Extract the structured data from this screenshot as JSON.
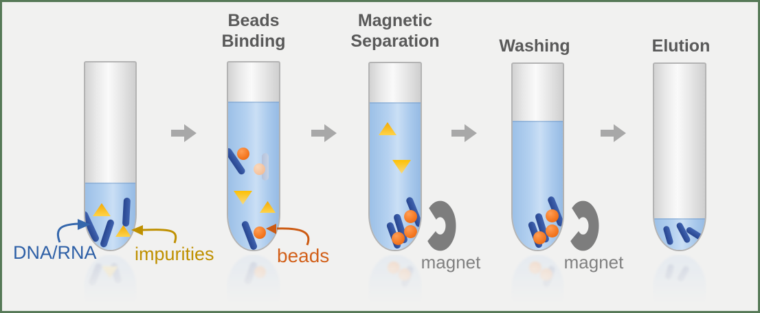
{
  "diagram": {
    "stages": [
      {
        "name": "sample",
        "title": ""
      },
      {
        "name": "beads-binding",
        "title": "Beads Binding"
      },
      {
        "name": "magnetic-separation",
        "title": "Magnetic Separation",
        "magnet_label": "magnet"
      },
      {
        "name": "washing",
        "title": "Washing",
        "magnet_label": "magnet"
      },
      {
        "name": "elution",
        "title": "Elution"
      }
    ],
    "annotations": {
      "dna_rna": {
        "text": "DNA/RNA",
        "color": "#2d5fa6"
      },
      "impurities": {
        "text": "impurities",
        "color": "#bf9000"
      },
      "beads": {
        "text": "beads",
        "color": "#d2601a"
      }
    },
    "icons": {
      "stage_arrow": "block-arrow-right",
      "magnet": "horseshoe-magnet",
      "dna_rod": "rounded-rod",
      "impurity": "triangle",
      "bead": "circle"
    },
    "colors": {
      "background": "#f1f1f0",
      "border_green": "#567957",
      "tube_outline": "#b3b3b3",
      "liquid": "#abc9ec",
      "dna_rod": "#2f4e9b",
      "impurity": "#ffc103",
      "bead": "#f47b28",
      "magnet": "#7d7d7d",
      "stage_arrow": "#a8a8a8",
      "title_text": "#595959",
      "dna_label": "#2d5fa6",
      "impurity_label": "#bf9000",
      "bead_label": "#d2601a",
      "magnet_label": "#808080"
    }
  }
}
